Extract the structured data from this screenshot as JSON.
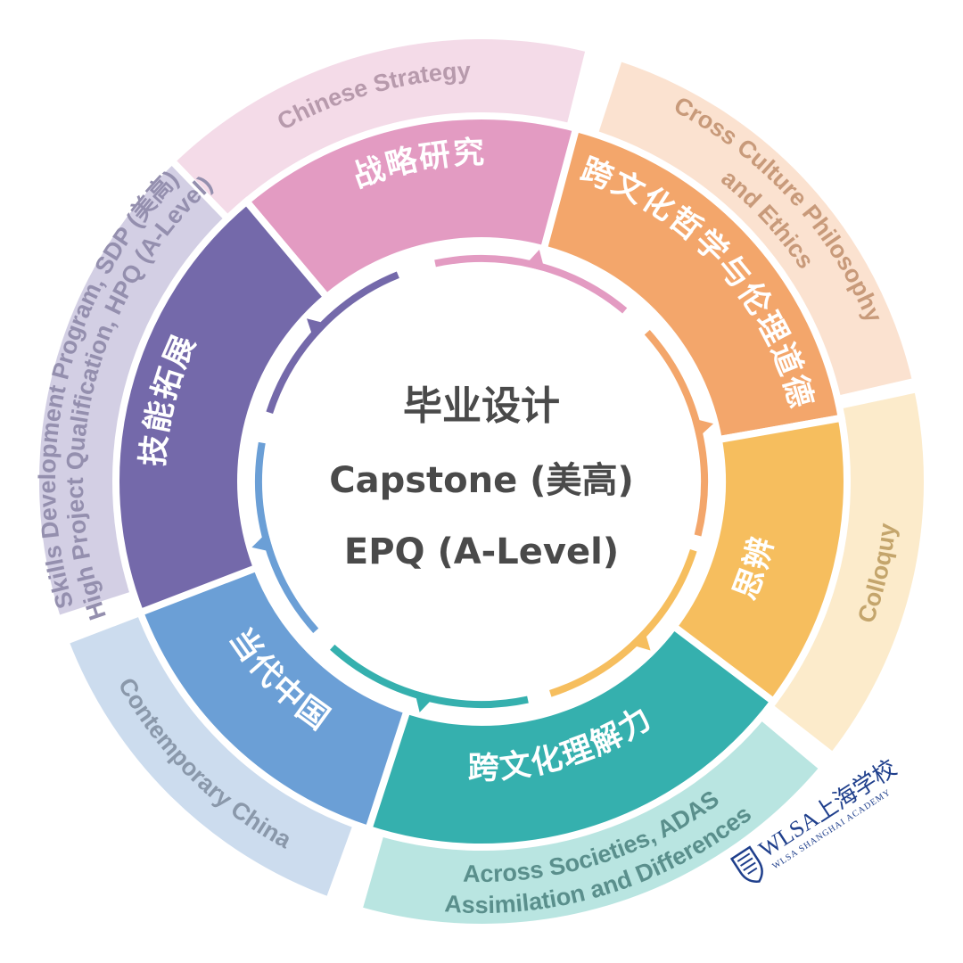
{
  "center": {
    "line1": "毕业设计",
    "line2": "Capstone (美高)",
    "line3": "EPQ (A-Level)"
  },
  "segments": [
    {
      "key": "strategy",
      "inner_label": "战略研究",
      "outer_lines": [
        "Chinese Strategy"
      ],
      "inner_color": "#e39bc2",
      "outer_color": "#f4dbe8",
      "outer_text_color": "#b79aac",
      "ring_color": "#e39bc2"
    },
    {
      "key": "philosophy",
      "inner_label": "跨文化哲学与伦理道德",
      "outer_lines": [
        "Cross Culture Philosophy",
        "and Ethics"
      ],
      "inner_color": "#f3a66b",
      "outer_color": "#fbe2d0",
      "outer_text_color": "#c89a7a",
      "ring_color": "#f3a66b"
    },
    {
      "key": "colloquy",
      "inner_label": "思辨",
      "outer_lines": [
        "Colloquy"
      ],
      "inner_color": "#f6be5e",
      "outer_color": "#fcebcb",
      "outer_text_color": "#c4a56c",
      "ring_color": "#f6be5e"
    },
    {
      "key": "adas",
      "inner_label": "跨文化理解力",
      "outer_lines": [
        "Assimilation and Differences",
        "Across Societies, ADAS"
      ],
      "inner_color": "#35b0ae",
      "outer_color": "#b9e5e1",
      "outer_text_color": "#5a8f8c",
      "ring_color": "#35b0ae"
    },
    {
      "key": "china",
      "inner_label": "当代中国",
      "outer_lines": [
        "Contemporary China"
      ],
      "inner_color": "#6b9fd6",
      "outer_color": "#ccdcee",
      "outer_text_color": "#8a98aa",
      "ring_color": "#6b9fd6"
    },
    {
      "key": "skills",
      "inner_label": "技能拓展",
      "outer_lines": [
        "Skills Development Program, SDP (美高)",
        "High Project Qualification, HPQ (A-Level)"
      ],
      "inner_color": "#7469aa",
      "outer_color": "#d3cfe4",
      "outer_text_color": "#948fae",
      "ring_color": "#7469aa"
    }
  ],
  "logo": {
    "name": "WLSA上海学校",
    "subtitle": "WLSA SHANGHAI ACADEMY",
    "emblem": "shield-crest-icon",
    "color": "#1f3f8c"
  }
}
